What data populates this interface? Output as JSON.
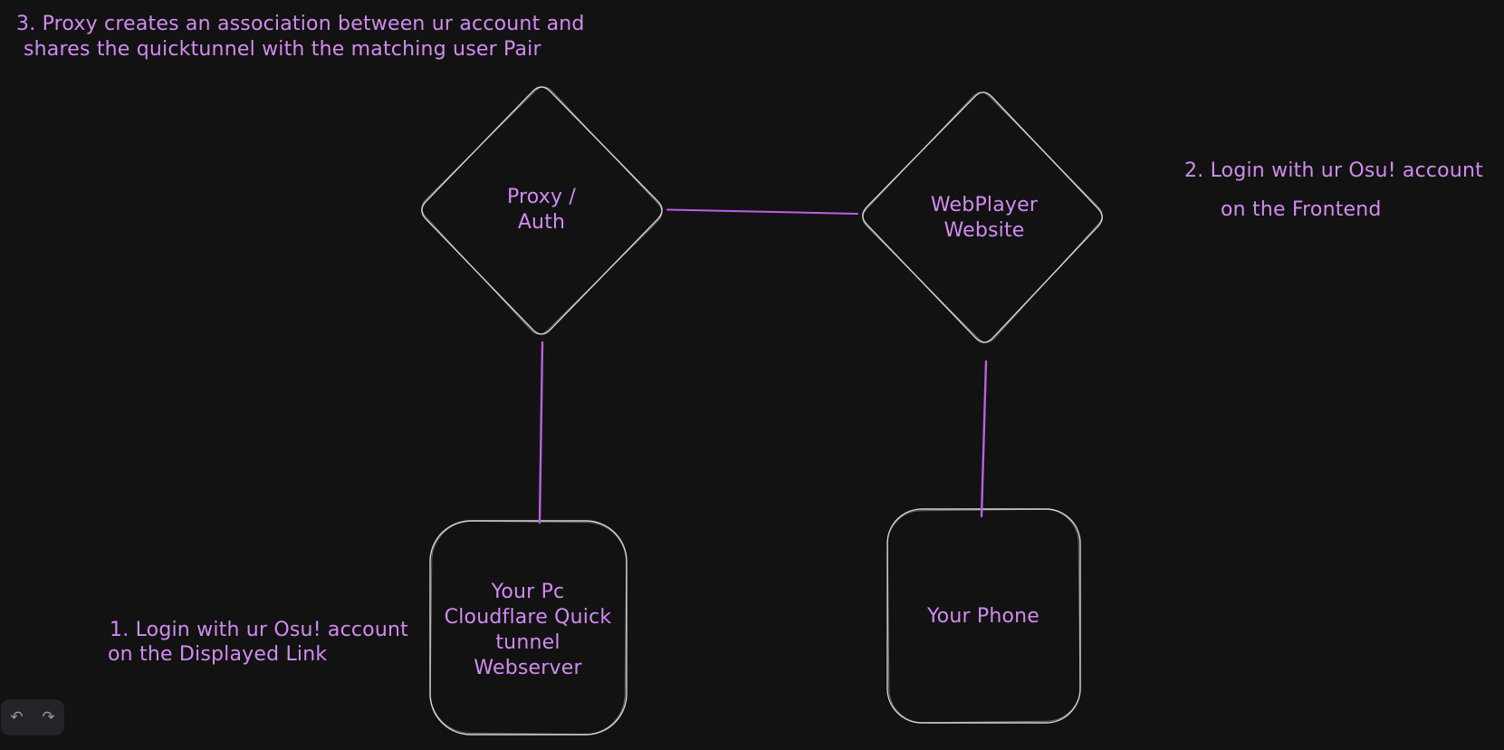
{
  "app": {
    "kind": "whiteboard-canvas",
    "theme": "dark"
  },
  "colors": {
    "bg": "#121212",
    "stroke": "#d3d6da",
    "connector": "#bd5fe2",
    "text": "#d18bf0",
    "panel": "#232329",
    "icon": "#9b98a2"
  },
  "notes": {
    "note3": {
      "line1": "3. Proxy creates an association between ur account and",
      "line2": "shares the quicktunnel with the matching user Pair"
    },
    "note2": {
      "line1": "2. Login with ur Osu! account",
      "line2": "on the Frontend"
    },
    "note1": {
      "line1": "1. Login with ur Osu! account",
      "line2": "on the Displayed Link"
    }
  },
  "shapes": {
    "proxy_diamond": {
      "line1": "Proxy /",
      "line2": "Auth"
    },
    "webplayer_diamond": {
      "line1": "WebPlayer",
      "line2": "Website"
    },
    "pc_rect": {
      "line1": "Your Pc",
      "line2": "Cloudflare Quick",
      "line3": "tunnel",
      "line4": "Webserver"
    },
    "phone_rect": {
      "line1": "Your Phone"
    }
  },
  "toolbar": {
    "undo_icon": "↶",
    "redo_icon": "↷"
  }
}
